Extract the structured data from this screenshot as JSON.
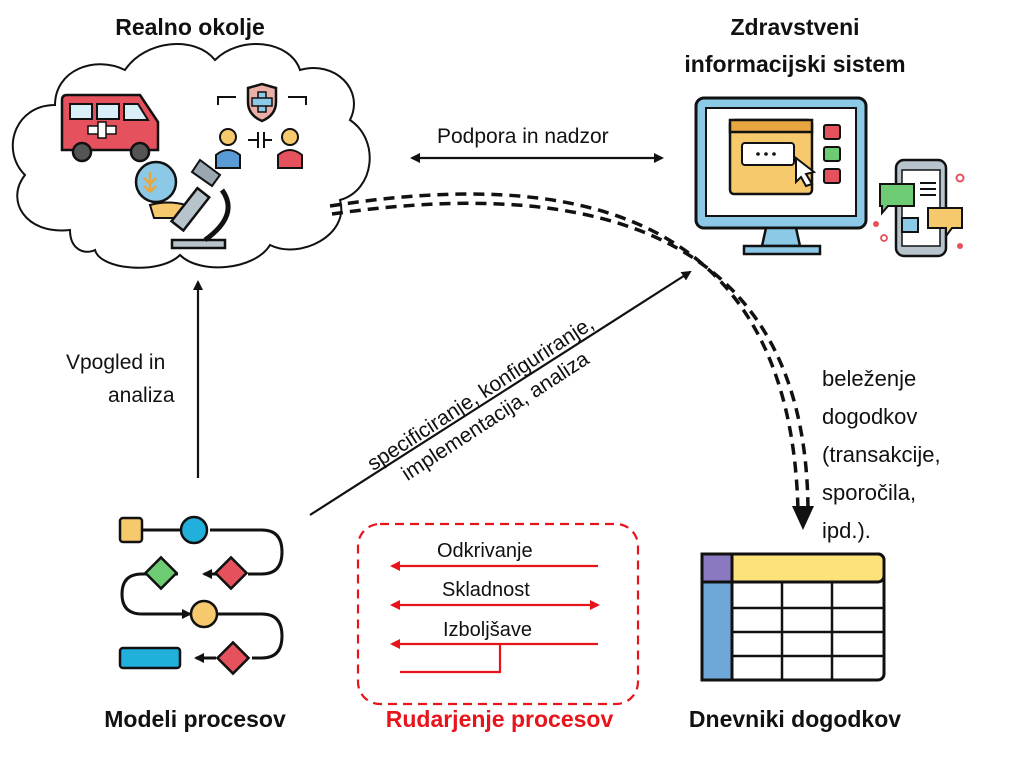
{
  "titles": {
    "real_env": "Realno okolje",
    "his_line1": "Zdravstveni",
    "his_line2": "informacijski sistem",
    "models": "Modeli procesov",
    "mining": "Rudarjenje procesov",
    "logs": "Dnevniki dogodkov"
  },
  "arrows": {
    "support": "Podpora in nadzor",
    "insight_line1": "Vpogled in",
    "insight_line2": "analiza",
    "spec_line1": "specificiranje, konfiguriranje,",
    "spec_line2": "implementacija, analiza",
    "record_lines": [
      "beleženje",
      "dogodkov",
      "(transakcije,",
      "sporočila,",
      "ipd.)."
    ]
  },
  "mining": {
    "discovery": "Odkrivanje",
    "conformance": "Skladnost",
    "enhancement": "Izboljšave"
  },
  "colors": {
    "mining_red": "#e8141b",
    "black": "#111111"
  },
  "icons": [
    "ambulance-icon",
    "doctors-shield-icon",
    "microscope-icon",
    "computer-monitor-icon",
    "smartphone-chat-icon",
    "process-flow-icon",
    "table-log-icon"
  ]
}
